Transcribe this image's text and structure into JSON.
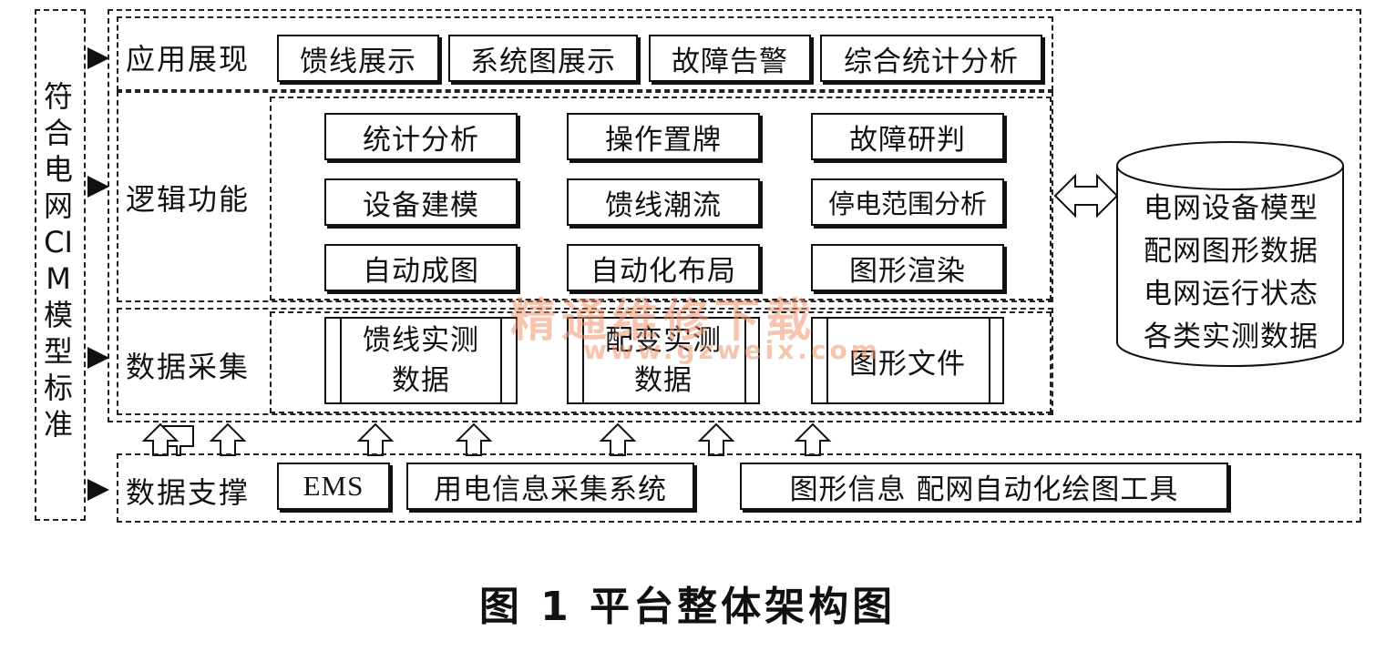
{
  "left_standard": "符合电网CIM模型标准",
  "layers": {
    "app": {
      "label": "应用展现",
      "items": [
        "馈线展示",
        "系统图展示",
        "故障告警",
        "综合统计分析"
      ]
    },
    "logic": {
      "label": "逻辑功能",
      "rows": [
        [
          "统计分析",
          "操作置牌",
          "故障研判"
        ],
        [
          "设备建模",
          "馈线潮流",
          "停电范围分析"
        ],
        [
          "自动成图",
          "自动化布局",
          "图形渲染"
        ]
      ]
    },
    "data": {
      "label": "数据采集",
      "items": [
        {
          "line1": "馈线实测",
          "line2": "数据"
        },
        {
          "line1": "配变实测",
          "line2": "数据"
        },
        {
          "line1": "图形文件",
          "line2": ""
        }
      ]
    },
    "support": {
      "label": "数据支撑",
      "items": [
        "EMS",
        "用电信息采集系统",
        "图形信息  配网自动化绘图工具"
      ]
    }
  },
  "database": {
    "lines": [
      "电网设备模型",
      "配网图形数据",
      "电网运行状态",
      "各类实测数据"
    ]
  },
  "watermark": {
    "text": "精通维修下载",
    "url": "www.gzweix.com"
  },
  "caption": "图 1    平台整体架构图"
}
